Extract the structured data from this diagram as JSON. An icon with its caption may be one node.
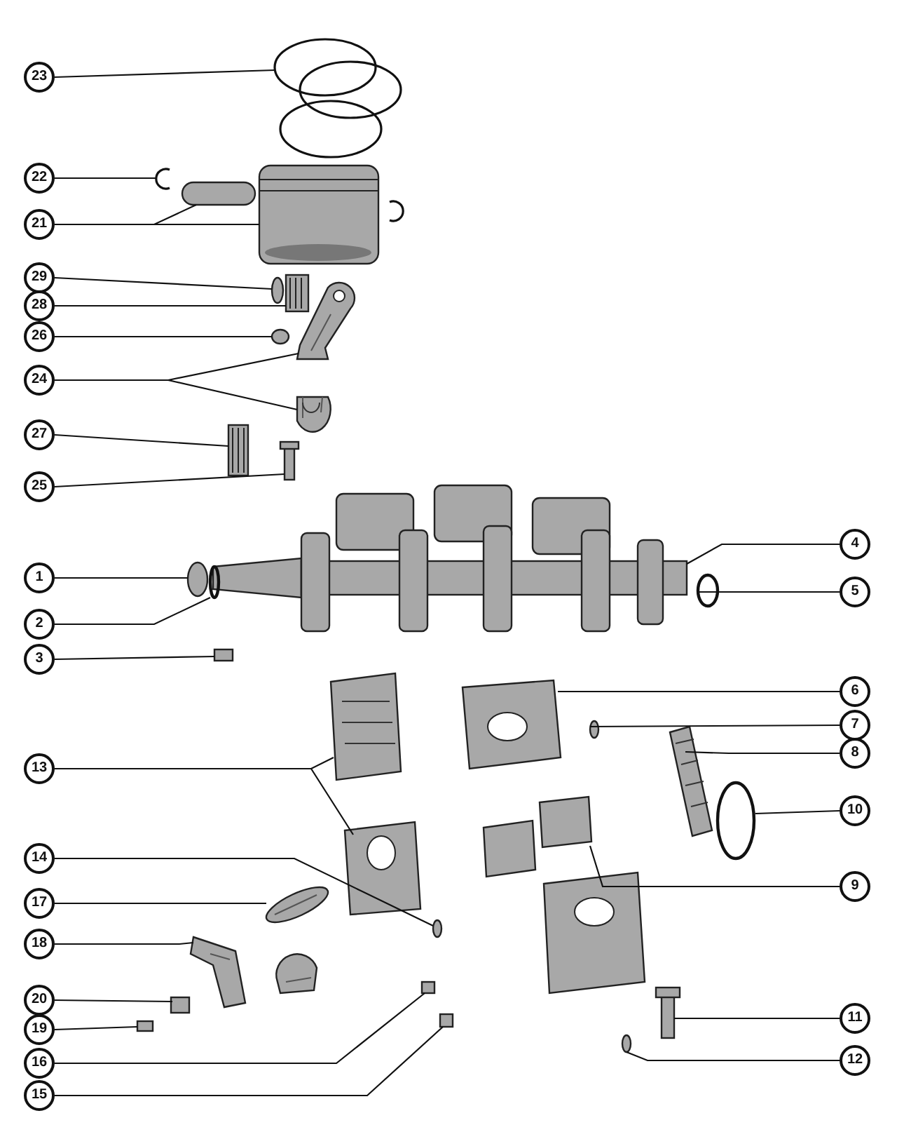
{
  "diagram": {
    "nodes": [
      {
        "text": [
          "23"
        ]
      },
      {
        "text": [
          "22"
        ]
      },
      {
        "text": [
          "21"
        ]
      },
      {
        "text": [
          "29"
        ]
      },
      {
        "text": [
          "28"
        ]
      },
      {
        "text": [
          "26"
        ]
      },
      {
        "text": [
          "24"
        ]
      },
      {
        "text": [
          "27"
        ]
      },
      {
        "text": [
          "25"
        ]
      },
      {
        "text": [
          "4"
        ]
      },
      {
        "text": [
          "1"
        ]
      },
      {
        "text": [
          "5"
        ]
      },
      {
        "text": [
          "2"
        ]
      },
      {
        "text": [
          "3"
        ]
      },
      {
        "text": [
          "6"
        ]
      },
      {
        "text": [
          "7"
        ]
      },
      {
        "text": [
          "8"
        ]
      },
      {
        "text": [
          "13"
        ]
      },
      {
        "text": [
          "10"
        ]
      },
      {
        "text": [
          "9"
        ]
      },
      {
        "text": [
          "14"
        ]
      },
      {
        "text": [
          "17"
        ]
      },
      {
        "text": [
          "18"
        ]
      },
      {
        "text": [
          "20"
        ]
      },
      {
        "text": [
          "19"
        ]
      },
      {
        "text": [
          "16"
        ]
      },
      {
        "text": [
          "11"
        ]
      },
      {
        "text": [
          "12"
        ]
      },
      {
        "text": [
          "15"
        ]
      },
      {
        "text": [],
        "shape": "picture"
      },
      {
        "text": [],
        "shape": "picture"
      },
      {
        "text": [],
        "shape": "bar"
      },
      {
        "text": [],
        "shape": "picture"
      },
      {
        "text": [],
        "shape": "circle"
      },
      {
        "text": [],
        "shape": "picture"
      },
      {
        "text": [],
        "shape": "circle"
      },
      {
        "text": [],
        "shape": "picture"
      },
      {
        "text": [],
        "shape": "picture"
      },
      {
        "text": [],
        "shape": "picture"
      },
      {
        "text": [],
        "shape": "picture"
      },
      {
        "text": [],
        "shape": "picture"
      },
      {
        "text": [],
        "shape": "circle"
      },
      {
        "text": [],
        "shape": "ring"
      },
      {
        "text": [],
        "shape": "ring"
      },
      {
        "text": [],
        "shape": "box"
      },
      {
        "text": [],
        "shape": "picture"
      },
      {
        "text": [],
        "shape": "circle"
      },
      {
        "text": [],
        "shape": "picture"
      },
      {
        "text": [],
        "shape": "ring"
      },
      {
        "text": [],
        "shape": "picture"
      },
      {
        "text": [],
        "shape": "picture"
      },
      {
        "text": [],
        "shape": "picture"
      },
      {
        "text": [],
        "shape": "circle"
      },
      {
        "text": [],
        "shape": "picture"
      },
      {
        "text": [],
        "shape": "picture"
      },
      {
        "text": [],
        "shape": "box"
      },
      {
        "text": [],
        "shape": "box"
      },
      {
        "text": [],
        "shape": "box"
      },
      {
        "text": [],
        "shape": "box"
      },
      {
        "text": [],
        "shape": "picture"
      },
      {
        "text": [],
        "shape": "circle"
      },
      {
        "text": [],
        "shape": "picture"
      },
      {
        "text": [],
        "shape": "picture"
      }
    ],
    "edges": [
      {
        "from": 0,
        "to": 29,
        "arrow": "none"
      },
      {
        "from": 1,
        "to": 30,
        "arrow": "none"
      },
      {
        "from": 2,
        "to": 31,
        "arrow": "none"
      },
      {
        "from": 2,
        "to": 32,
        "arrow": "none"
      },
      {
        "from": 3,
        "to": 33,
        "arrow": "none"
      },
      {
        "from": 4,
        "to": 34,
        "arrow": "none"
      },
      {
        "from": 5,
        "to": 35,
        "arrow": "none"
      },
      {
        "from": 6,
        "to": 36,
        "arrow": "none"
      },
      {
        "from": 6,
        "to": 37,
        "arrow": "none"
      },
      {
        "from": 7,
        "to": 38,
        "arrow": "none"
      },
      {
        "from": 8,
        "to": 39,
        "arrow": "none"
      },
      {
        "from": 9,
        "to": 40,
        "arrow": "none"
      },
      {
        "from": 10,
        "to": 41,
        "arrow": "none"
      },
      {
        "from": 11,
        "to": 43,
        "arrow": "none"
      },
      {
        "from": 12,
        "to": 42,
        "arrow": "none"
      },
      {
        "from": 13,
        "to": 44,
        "arrow": "none"
      },
      {
        "from": 14,
        "to": 45,
        "arrow": "none"
      },
      {
        "from": 15,
        "to": 46,
        "arrow": "none"
      },
      {
        "from": 16,
        "to": 47,
        "arrow": "none"
      },
      {
        "from": 17,
        "to": 50,
        "arrow": "none"
      },
      {
        "from": 17,
        "to": 51,
        "arrow": "none"
      },
      {
        "from": 18,
        "to": 48,
        "arrow": "none"
      },
      {
        "from": 19,
        "to": 49,
        "arrow": "none"
      },
      {
        "from": 20,
        "to": 52,
        "arrow": "none"
      },
      {
        "from": 21,
        "to": 53,
        "arrow": "none"
      },
      {
        "from": 22,
        "to": 54,
        "arrow": "none"
      },
      {
        "from": 23,
        "to": 57,
        "arrow": "none"
      },
      {
        "from": 24,
        "to": 58,
        "arrow": "none"
      },
      {
        "from": 25,
        "to": 55,
        "arrow": "none"
      },
      {
        "from": 26,
        "to": 59,
        "arrow": "none"
      },
      {
        "from": 27,
        "to": 60,
        "arrow": "none"
      },
      {
        "from": 28,
        "to": 56,
        "arrow": "none"
      }
    ]
  }
}
